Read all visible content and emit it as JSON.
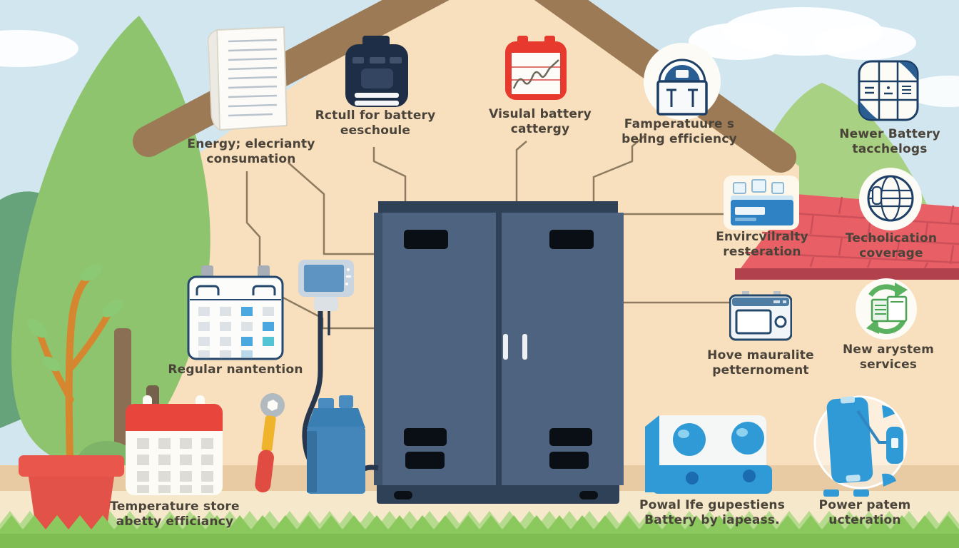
{
  "labels": {
    "energy": {
      "line1": "Energy; elecrianty",
      "line2": "consumation"
    },
    "schedule": {
      "line1": "Rctull for battery",
      "line2": "eeschoule"
    },
    "visual": {
      "line1": "Visulal battery",
      "line2": "cattergy"
    },
    "temperature_top": {
      "line1": "Famperatuure s",
      "line2": "beling efficiency"
    },
    "newer": {
      "line1": "Newer Battery",
      "line2": "tacchelogs"
    },
    "enviro": {
      "line1": "Envircvilralty",
      "line2": "resteration"
    },
    "coverage": {
      "line1": "Techolication",
      "line2": "coverage"
    },
    "regular": {
      "line1": "Regular nantention",
      "line2": ""
    },
    "home": {
      "line1": "Hove mauralite",
      "line2": "petternoment"
    },
    "services": {
      "line1": "New arystem",
      "line2": "services"
    },
    "temp_bottom": {
      "line1": "Temperature store",
      "line2": "abetty efficiancy"
    },
    "power_life": {
      "line1": "Powal Ife gupestiens",
      "line2": "Battery by iapeass."
    },
    "power_pattern": {
      "line1": "Power patem",
      "line2": "ucteration"
    }
  },
  "icons": [
    "notepad-icon",
    "battery-charger-icon",
    "chart-calendar-icon",
    "dome-gauge-icon",
    "grid-panel-icon",
    "battery-icon",
    "globe-icon",
    "calendar-icon",
    "monitor-plug-icon",
    "microwave-icon",
    "recycle-icon",
    "red-calendar-icon",
    "wrench-icon",
    "canister-icon",
    "battery-unit-icon",
    "phone-icon",
    "battery-cabinet",
    "pot-plant"
  ],
  "colors": {
    "sky": "#d2e6f0",
    "house_wall": "#f8dfbd",
    "beam_brown": "#9c7a56",
    "roof_red": "#e85f66",
    "roof_mortar": "#cc4f59",
    "roof_base": "#b2414e",
    "grass_front": "#8bc85e",
    "grass_back": "#b7db8e",
    "tree_green": "#8fc46e",
    "hill_green": "#a9d183",
    "cabinet_body": "#4e6380",
    "cabinet_dark": "#2e4156",
    "accent_blue": "#2f9ad6",
    "icon_red": "#e8453c",
    "icon_navy": "#1f2e47",
    "outline_navy": "#1d3f66",
    "label_text": "#4a4339",
    "band_tan": "#e8cba3",
    "ground": "#f6e8cb",
    "connector": "#8d7b60"
  }
}
